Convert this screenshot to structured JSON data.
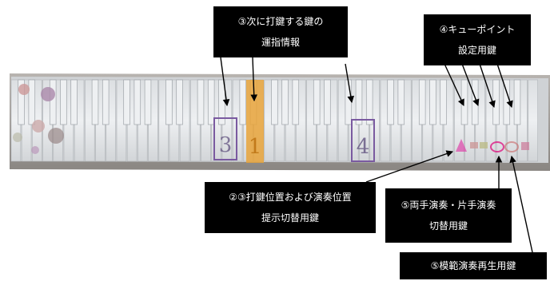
{
  "callouts": {
    "fingering": {
      "lines": [
        "③次に打鍵する鍵の",
        "運指情報"
      ]
    },
    "cue_point": {
      "lines": [
        "④キューポイント",
        "設定用鍵"
      ]
    },
    "position_toggle": {
      "lines": [
        "②③打鍵位置および演奏位置",
        "提示切替用鍵"
      ]
    },
    "hand_mode": {
      "lines": [
        "⑤両手演奏・片手演奏",
        "切替用鍵"
      ]
    },
    "model_playback": {
      "lines": [
        "⑤模範演奏再生用鍵"
      ]
    }
  },
  "finger_numbers": [
    "3",
    "1",
    "4"
  ],
  "colors": {
    "label_bg": "#000000",
    "label_text": "#ffffff",
    "key_white": "#e9ecef",
    "key_black": "#eef0f2",
    "highlight_orange": "#e8a33a",
    "finger_frame": "#7a5aa0"
  }
}
